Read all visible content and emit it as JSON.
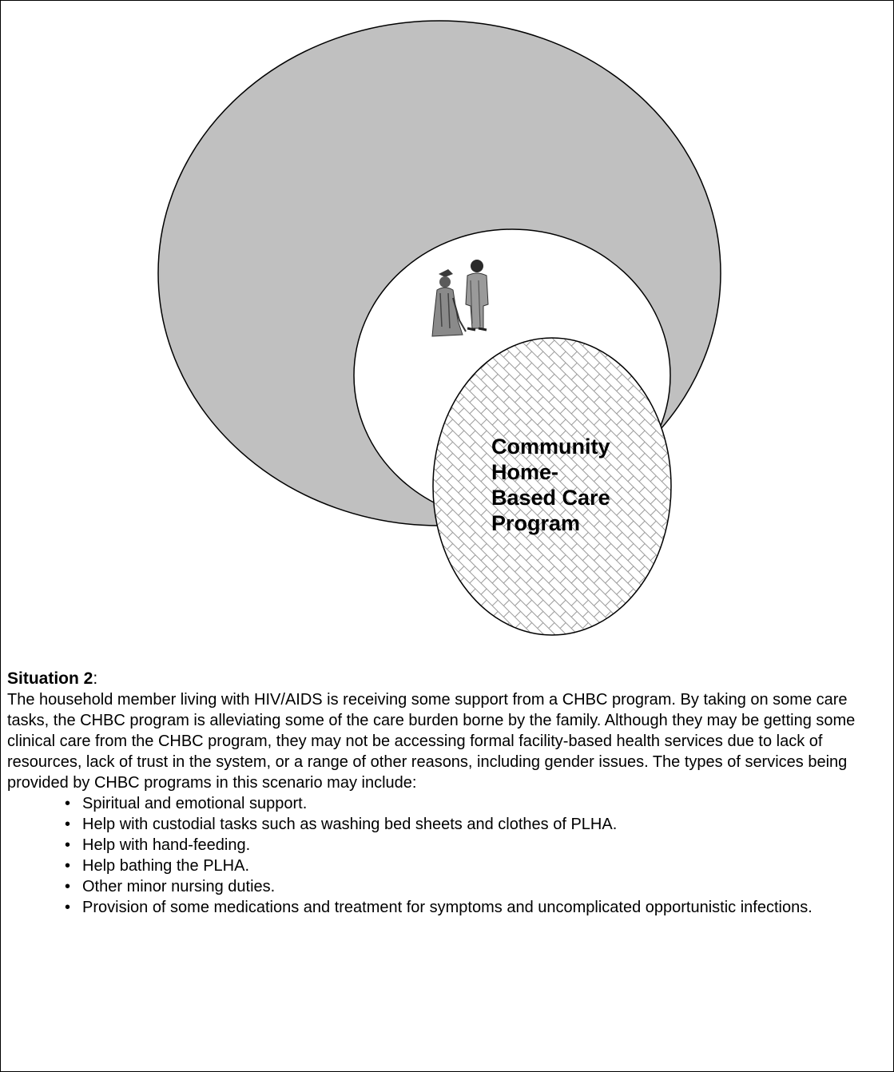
{
  "diagram": {
    "program_label_lines": [
      "Community",
      "Home-",
      "Based Care",
      "Program"
    ],
    "colors": {
      "outer_circle_fill": "#c0c0c0",
      "inner_circle_fill": "#ffffff",
      "program_ellipse_fill": "#ffffff",
      "pattern_stroke": "#999999",
      "outline": "#000000"
    },
    "icon": "two-people-icon"
  },
  "situation": {
    "title": "Situation 2",
    "title_suffix": ":",
    "paragraph": "The household member living with HIV/AIDS is receiving some support from a CHBC program. By taking on some care tasks, the CHBC program is alleviating some of the care burden borne by the family. Although they may be getting some clinical care from the CHBC program, they may not be accessing formal facility-based health services due to lack of resources, lack of trust in the system, or a range of other reasons, including gender issues. The types of services being provided by CHBC programs in this scenario may include:",
    "bullets": [
      "Spiritual and emotional support.",
      "Help with custodial tasks such as washing bed sheets and clothes of PLHA.",
      "Help with hand-feeding.",
      "Help bathing the PLHA.",
      "Other minor nursing duties.",
      "Provision of some medications and treatment for symptoms and uncomplicated opportunistic infections."
    ]
  }
}
